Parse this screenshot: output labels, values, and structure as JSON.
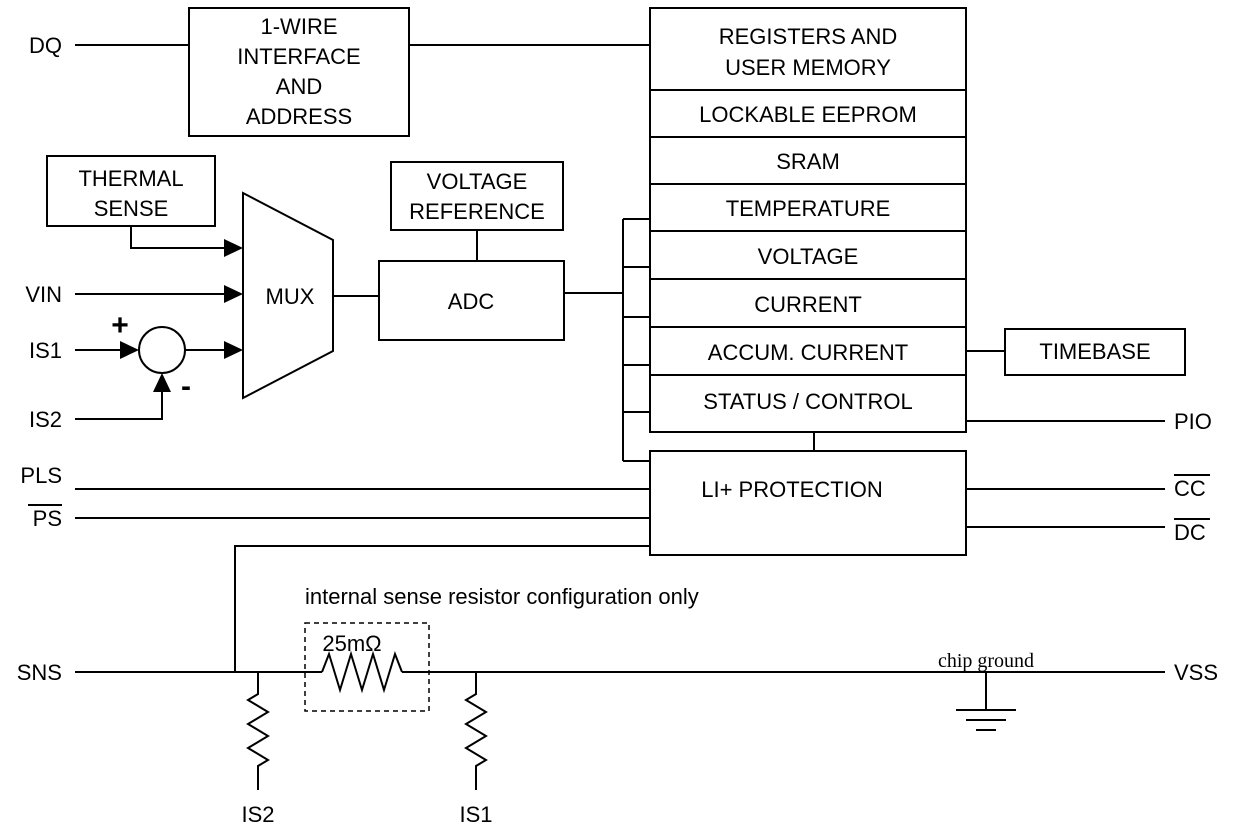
{
  "pins": {
    "dq": "DQ",
    "vin": "VIN",
    "is1": "IS1",
    "is2": "IS2",
    "pls": "PLS",
    "ps": "PS",
    "sns": "SNS",
    "vss": "VSS",
    "pio": "PIO",
    "cc": "CC",
    "dc": "DC",
    "is2_bottom": "IS2",
    "is1_bottom": "IS1"
  },
  "blocks": {
    "one_wire": [
      "1-WIRE",
      "INTERFACE",
      "AND",
      "ADDRESS"
    ],
    "thermal_sense": [
      "THERMAL",
      "SENSE"
    ],
    "voltage_reference": [
      "VOLTAGE",
      "REFERENCE"
    ],
    "mux": "MUX",
    "adc": "ADC",
    "timebase": "TIMEBASE",
    "li_protection": "LI+ PROTECTION"
  },
  "registers": {
    "registers_user_memory": [
      "REGISTERS AND",
      "USER MEMORY"
    ],
    "lockable_eeprom": "LOCKABLE EEPROM",
    "sram": "SRAM",
    "temperature": "TEMPERATURE",
    "voltage": "VOLTAGE",
    "current": "CURRENT",
    "accum_current": "ACCUM. CURRENT",
    "status_control": "STATUS / CONTROL"
  },
  "summer": {
    "plus": "+",
    "minus": "-"
  },
  "sense": {
    "note": "internal sense resistor configuration only",
    "resistor_value": "25mΩ",
    "ground_label": "chip ground"
  }
}
